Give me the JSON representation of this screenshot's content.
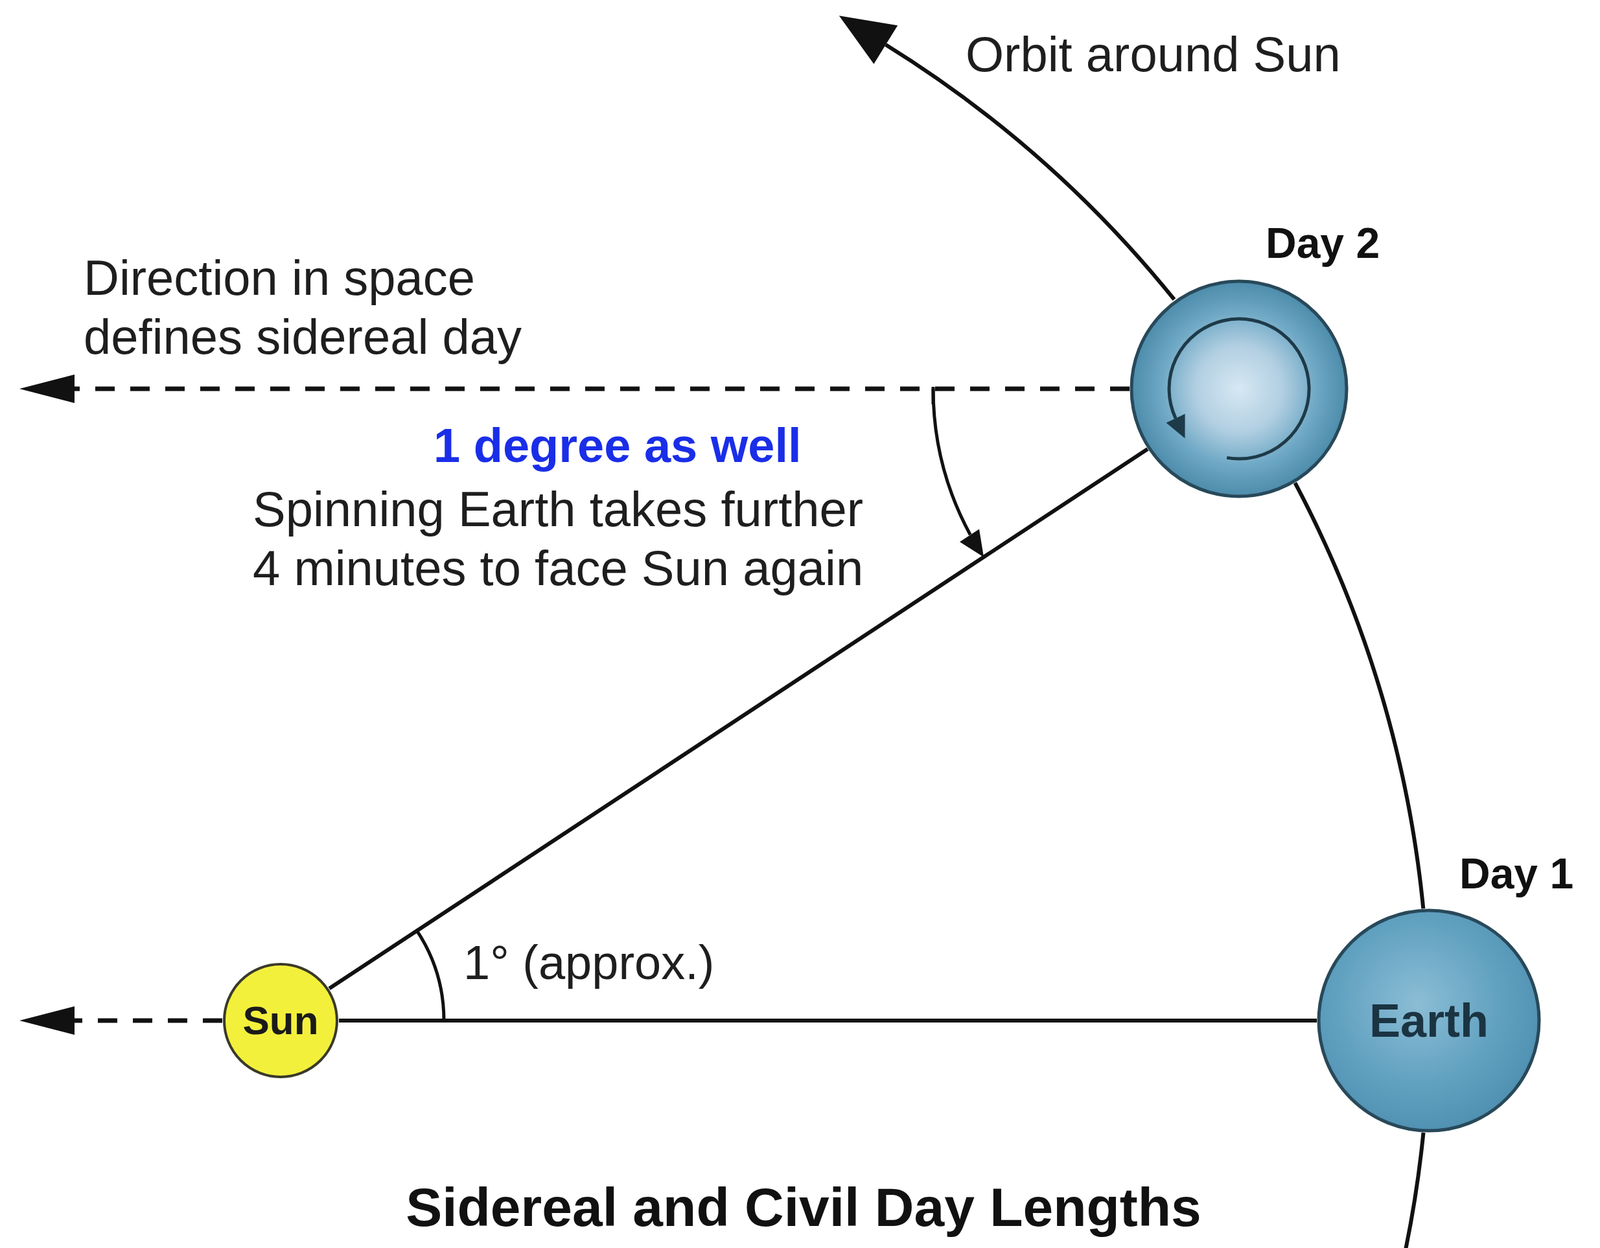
{
  "diagram": {
    "caption": "Sidereal and Civil Day Lengths",
    "nodes": [
      {
        "text": [
          "Day 2"
        ]
      },
      {
        "text": [
          "Sun"
        ]
      },
      {
        "text": [
          "Day 1",
          "Earth"
        ]
      }
    ],
    "edges": [
      {
        "from": 1,
        "to": 2,
        "arrow": "none"
      },
      {
        "from": 1,
        "to": 0,
        "arrow": "none"
      },
      {
        "from": 2,
        "to": 0,
        "arrow": "none"
      }
    ],
    "labels": [
      "Orbit around Sun",
      "Direction in space defines sidereal day",
      "1 degree as well",
      "Spinning Earth takes further 4 minutes to face Sun again",
      "1° (approx.)"
    ]
  }
}
